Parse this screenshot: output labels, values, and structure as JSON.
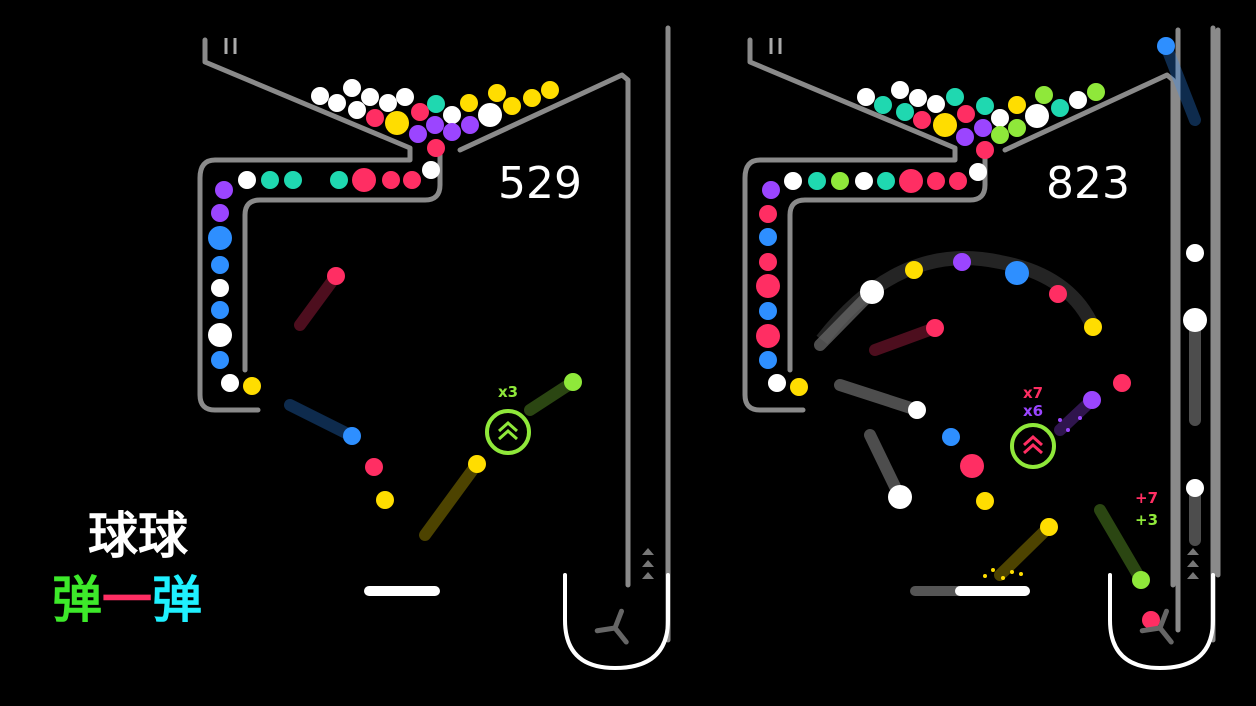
{
  "game_title": {
    "line1": "球球",
    "line2_a": "弹",
    "line2_b": "一",
    "line2_c": "弹"
  },
  "colors": {
    "white": "#ffffff",
    "red": "#ff2e63",
    "yellow": "#ffdd00",
    "teal": "#1fd8b0",
    "purple": "#9b45ff",
    "blue": "#2e8fff",
    "green": "#8fe83a",
    "wall": "#8a8a8a",
    "pink": "#ff2e63"
  },
  "left_screen": {
    "score": "529",
    "multiplier": "x3",
    "pause_icon": "pause-icon"
  },
  "right_screen": {
    "score": "823",
    "multiplier_top": "x7",
    "multiplier_bottom": "x6",
    "bonus_red": "+7",
    "bonus_green": "+3",
    "pause_icon": "pause-icon"
  }
}
